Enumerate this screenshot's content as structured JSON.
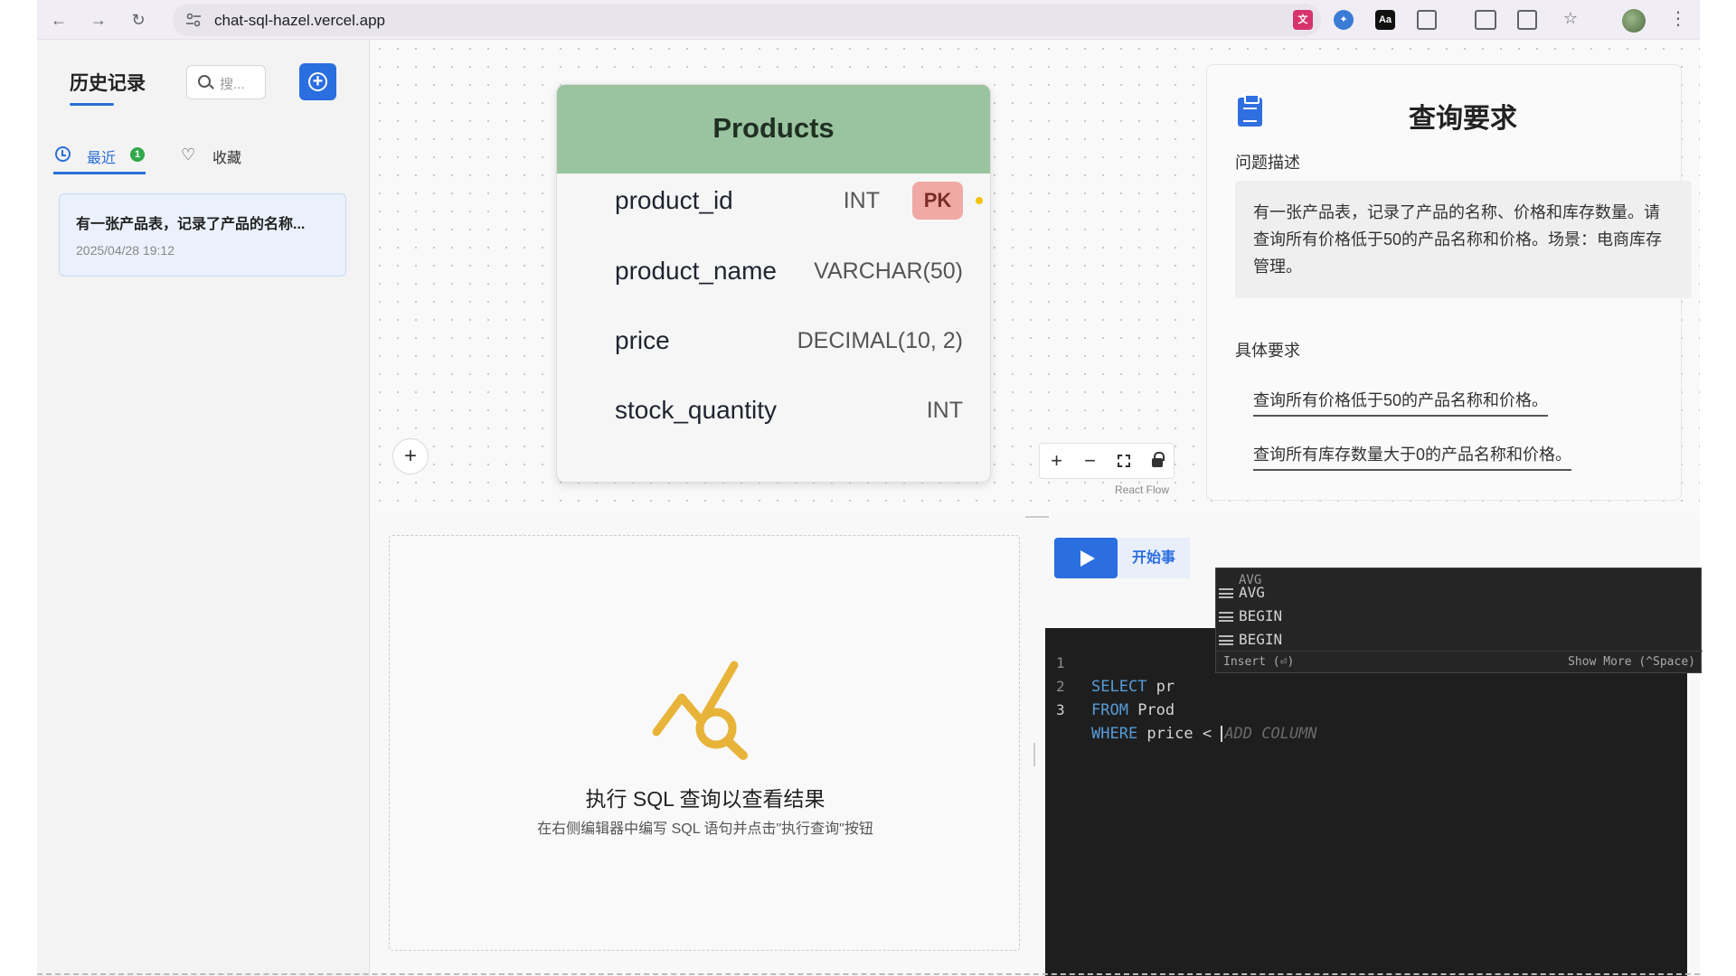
{
  "browser": {
    "url": "chat-sql-hazel.vercel.app"
  },
  "sidebar": {
    "title": "历史记录",
    "search_placeholder": "搜...",
    "tabs": [
      {
        "label": "最近",
        "badge": "1",
        "active": true
      },
      {
        "label": "收藏",
        "active": false
      }
    ],
    "history": [
      {
        "title": "有一张产品表，记录了产品的名称...",
        "time": "2025/04/28 19:12"
      }
    ]
  },
  "schema": {
    "table_name": "Products",
    "columns": [
      {
        "name": "product_id",
        "type": "INT",
        "pk": "PK"
      },
      {
        "name": "product_name",
        "type": "VARCHAR(50)"
      },
      {
        "name": "price",
        "type": "DECIMAL(10, 2)"
      },
      {
        "name": "stock_quantity",
        "type": "INT"
      }
    ],
    "attribution": "React Flow"
  },
  "requirements": {
    "title": "查询要求",
    "desc_heading": "问题描述",
    "description": "有一张产品表，记录了产品的名称、价格和库存数量。请查询所有价格低于50的产品名称和价格。场景：电商库存管理。",
    "spec_heading": "具体要求",
    "items": [
      "查询所有价格低于50的产品名称和价格。",
      "查询所有库存数量大于0的产品名称和价格。"
    ]
  },
  "results": {
    "title": "执行 SQL 查询以查看结果",
    "subtitle": "在右侧编辑器中编写 SQL 语句并点击\"执行查询\"按钮"
  },
  "editor": {
    "run_label": "开始事",
    "lines": [
      {
        "num": "1",
        "keyword": "SELECT",
        "rest": " pr"
      },
      {
        "num": "2",
        "keyword": "FROM",
        "rest": " Prod"
      },
      {
        "num": "3",
        "keyword": "WHERE",
        "rest": " price < ",
        "ghost": "ADD COLUMN"
      }
    ],
    "suggestions": {
      "partial": "AVG",
      "items": [
        "AVG",
        "BEGIN",
        "BEGIN"
      ],
      "footer_left": "Insert (⏎)",
      "footer_right": "Show More (^Space)"
    }
  },
  "colors": {
    "accent": "#2a6ee0",
    "table_header": "#9ac39f",
    "pk_badge": "#f0a9a4",
    "editor_bg": "#1e1e1e",
    "keyword": "#569cd6"
  }
}
